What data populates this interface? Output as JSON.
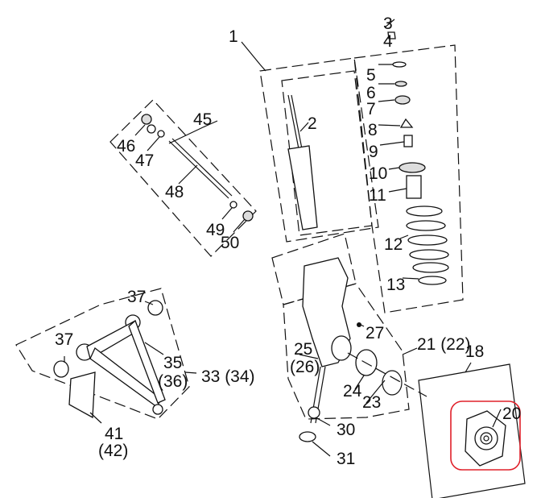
{
  "diagram": {
    "title": "Front suspension exploded parts diagram",
    "highlight_color": "#e0202a",
    "labels": {
      "p1": "1",
      "p2": "2",
      "p3": "3",
      "p4": "4",
      "p5": "5",
      "p6": "6",
      "p7": "7",
      "p8": "8",
      "p9": "9",
      "p10": "10",
      "p11": "11",
      "p12": "12",
      "p13": "13",
      "p45": "45",
      "p46": "46",
      "p47": "47",
      "p48": "48",
      "p49": "49",
      "p50": "50",
      "p37a": "37",
      "p37b": "37",
      "p35": "35",
      "p36": "(36)",
      "p33": "33 (34)",
      "p41": "41",
      "p42": "(42)",
      "p25": "25",
      "p26": "(26)",
      "p27": "27",
      "p21": "21 (22)",
      "p18": "18",
      "p20": "20",
      "p24": "24",
      "p23": "23",
      "p30": "30",
      "p31": "31"
    }
  }
}
